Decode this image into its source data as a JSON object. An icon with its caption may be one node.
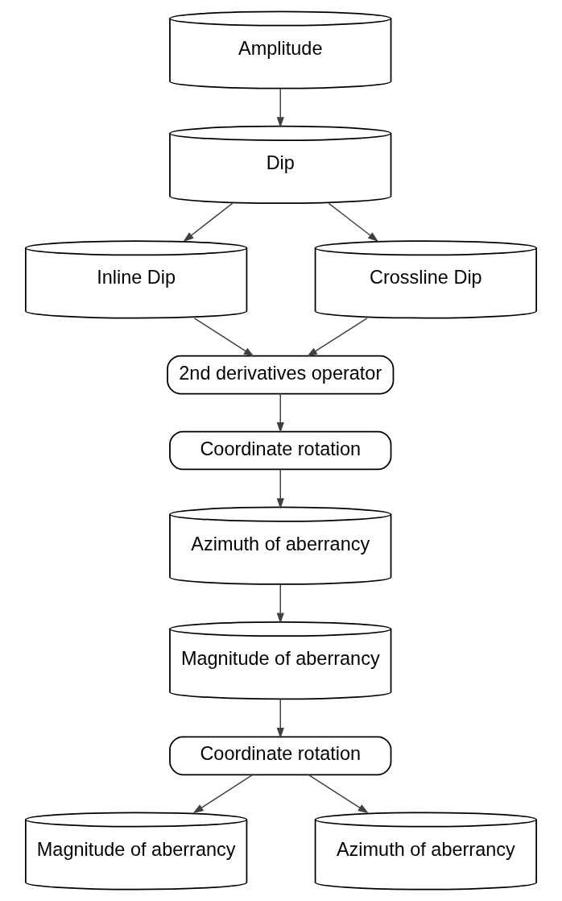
{
  "diagram": {
    "nodes": [
      {
        "text": [
          "Amplitude"
        ]
      },
      {
        "text": [
          "Dip"
        ]
      },
      {
        "text": [
          "Inline Dip"
        ]
      },
      {
        "text": [
          "Crossline Dip"
        ]
      },
      {
        "text": [
          "2nd derivatives operator"
        ]
      },
      {
        "text": [
          "Coordinate rotation"
        ]
      },
      {
        "text": [
          "Azimuth of aberrancy"
        ]
      },
      {
        "text": [
          "Magnitude of aberrancy"
        ]
      },
      {
        "text": [
          "Coordinate rotation"
        ]
      },
      {
        "text": [
          "Magnitude of aberrancy"
        ]
      },
      {
        "text": [
          "Azimuth of aberrancy"
        ]
      }
    ],
    "edges": [
      {
        "from": 0,
        "to": 1,
        "arrow": "to"
      },
      {
        "from": 1,
        "to": 2,
        "arrow": "to"
      },
      {
        "from": 1,
        "to": 3,
        "arrow": "to"
      },
      {
        "from": 2,
        "to": 4,
        "arrow": "to"
      },
      {
        "from": 3,
        "to": 4,
        "arrow": "to"
      },
      {
        "from": 4,
        "to": 5,
        "arrow": "to"
      },
      {
        "from": 5,
        "to": 6,
        "arrow": "to"
      },
      {
        "from": 6,
        "to": 7,
        "arrow": "to"
      },
      {
        "from": 7,
        "to": 8,
        "arrow": "to"
      },
      {
        "from": 8,
        "to": 9,
        "arrow": "to"
      },
      {
        "from": 8,
        "to": 10,
        "arrow": "to"
      }
    ]
  }
}
